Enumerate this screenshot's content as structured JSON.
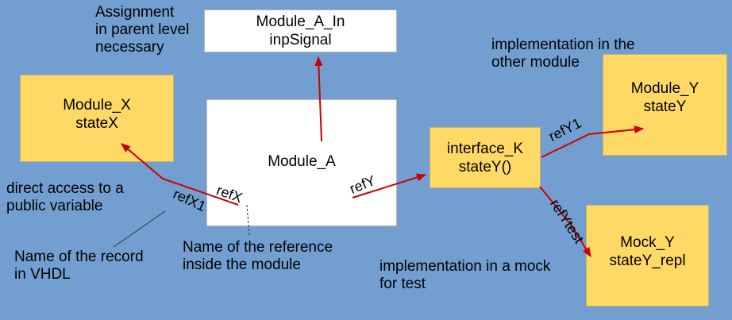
{
  "boxes": {
    "module_a_in": {
      "line1": "Module_A_In",
      "line2": "inpSignal"
    },
    "module_x": {
      "line1": "Module_X",
      "line2": "stateX"
    },
    "module_a": {
      "line1": "Module_A"
    },
    "interface_k": {
      "line1": "interface_K",
      "line2": "stateY()"
    },
    "module_y": {
      "line1": "Module_Y",
      "line2": "stateY"
    },
    "mock_y": {
      "line1": "Mock_Y",
      "line2": "stateY_repl"
    }
  },
  "notes": {
    "assignment": [
      "Assignment",
      "in parent level",
      "necessary"
    ],
    "impl_other": [
      "implementation in the",
      "other module"
    ],
    "direct_access": [
      "direct access to a",
      "public variable"
    ],
    "record_name": [
      "Name of the record",
      "in VHDL"
    ],
    "ref_name": [
      "Name of the reference",
      "inside the module"
    ],
    "impl_mock": [
      "implementation in a mock",
      "for test"
    ]
  },
  "edge_labels": {
    "refX1": "refX1",
    "refX": "refX",
    "refY": "refY",
    "refY1": "refY1",
    "refYtest": "refYtest"
  },
  "colors": {
    "background": "#729fcf",
    "module_box": "#ffffff",
    "highlight_box": "#ffd966",
    "arrow": "#cc0000",
    "annotation_line": "#333333"
  }
}
